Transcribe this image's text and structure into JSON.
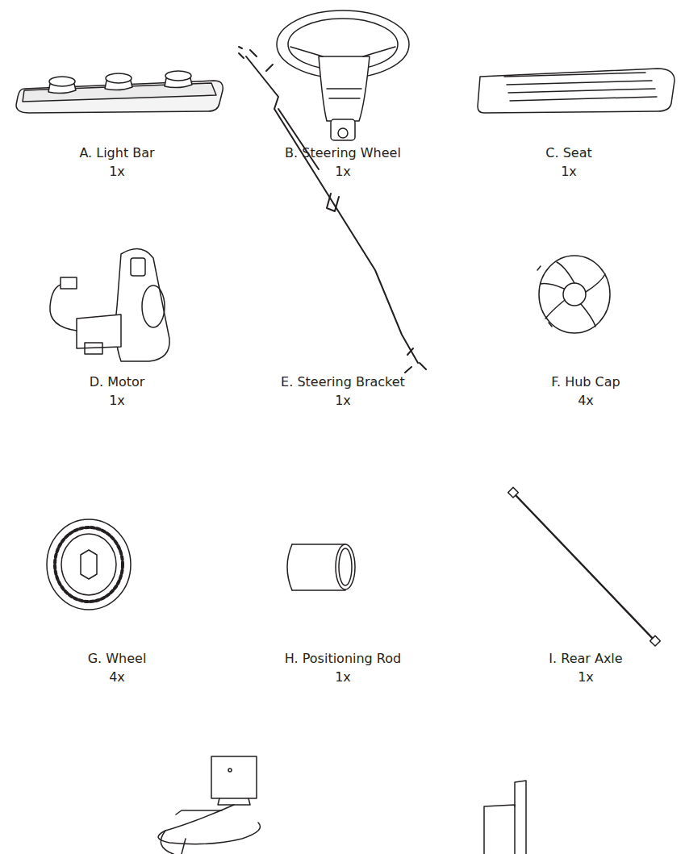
{
  "diagram": {
    "labels": [
      "A. Light Bar",
      "1x",
      "B. Steering Wheel",
      "1x",
      "C. Seat",
      "1x",
      "D. Motor",
      "1x",
      "E. Steering Bracket",
      "1x",
      "F. Hub Cap",
      "4x",
      "G. Wheel",
      "4x",
      "H. Positioning Rod",
      "1x",
      "I. Rear Axle",
      "1x"
    ]
  }
}
